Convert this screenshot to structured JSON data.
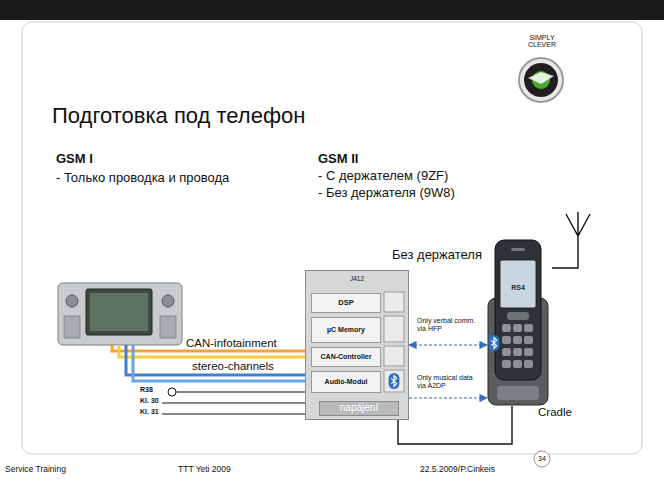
{
  "diagram": {
    "title": "Подготовка под телефон",
    "nodes": [
      {
        "text": [
          "J412"
        ]
      },
      {
        "text": [
          "DSP"
        ],
        "in": 0
      },
      {
        "text": [
          "µC Memory"
        ],
        "in": 0
      },
      {
        "text": [
          "CAN-Controller"
        ],
        "in": 0
      },
      {
        "text": [
          "Audio-Modul"
        ],
        "in": 0
      },
      {
        "text": [
          "napájení"
        ],
        "in": 0
      },
      {
        "text": [
          "RS4"
        ]
      }
    ],
    "edges": [
      {
        "from": 0,
        "to": 6,
        "label": "Only verbal comm. via HFP",
        "arrow": "both"
      },
      {
        "from": 0,
        "to": 6,
        "label": "Only musical data via A2DP",
        "arrow": "to"
      }
    ],
    "labels": [
      "GSM I",
      "- Только проводка и провода",
      "GSM II",
      "- С держателем (9ZF)",
      "- Без держателя (9W8)",
      "Без держателя",
      "CAN-infotainment",
      "stereo-channels",
      "R38",
      "Kl. 30",
      "Kl. 31",
      "Cradle",
      "SIMPLY CLEVER",
      "Service Training",
      "TTT Yeti 2009",
      "22.5.2009/P.Cinkeis",
      "34"
    ]
  }
}
